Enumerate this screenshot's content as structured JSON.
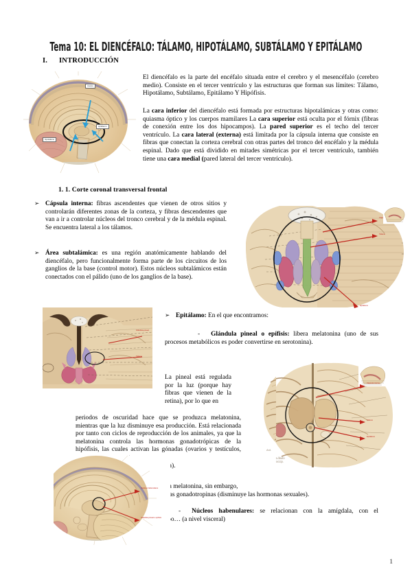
{
  "document": {
    "title_prefix": "Tema 10:",
    "title_main": "EL DIENCÉFALO: TÁLAMO, HIPOTÁLAMO, SUBTÁLAMO Y EPITÁLAMO",
    "title_full": "Tema 10: EL DIENCÉFALO: TÁLAMO, HIPOTÁLAMO, SUBTÁLAMO Y EPITÁLAMO",
    "page_number": "1"
  },
  "sections": {
    "intro": {
      "number": "I.",
      "heading": "INTRODUCCIÓN",
      "paragraph_1": "El diencéfalo es la parte del encéfalo situada entre el cerebro y el mesencéfalo (cerebro medio). Consiste en el tercer ventrículo y las estructuras que forman sus límites: Tálamo, Hipotálamo, Subtálamo, Epitálamo Y Hipófisis.",
      "paragraph_2_a": "La ",
      "paragraph_2_b1": "cara inferior",
      "paragraph_2_c": " del diencéfalo está formada por estructuras hipotalámicas y otras como: quiasma óptico y los cuerpos mamilares  La ",
      "paragraph_2_b2": "cara superior",
      "paragraph_2_d": " está oculta por el fórnix (fibras de conexión entre los dos hipocampos). La ",
      "paragraph_2_b3": "pared superior",
      "paragraph_2_e": " es el techo del tercer ventrículo. La ",
      "paragraph_2_b4": "cara lateral (externa)",
      "paragraph_2_f": " está limitada por la cápsula interna que consiste en fibras que conectan la corteza cerebral con otras partes del tronco del encéfalo y la médula espinal. Dado que está dividido en mitades simétricas por el tercer ventrículo, también tiene una ",
      "paragraph_2_b5": "cara medial (",
      "paragraph_2_g": "pared lateral del tercer ventrículo)."
    },
    "corte_coronal": {
      "heading": "1. 1. Corte coronal transversal frontal",
      "bullets": [
        {
          "marker": "➢",
          "term": "Cápsula interna:",
          "text": " fibras ascendentes que vienen de otros sitios y controlarán diferentes zonas de la corteza, y fibras descendentes que van a ir a controlar núcleos del tronco cerebral y de la médula espinal. Se encuentra lateral a los tálamos."
        },
        {
          "marker": "➢",
          "term": "Área subtalámica:",
          "text": " es una región anatómicamente hablando del diencéfalo, pero funcionalmente forma parte de los circuitos de los ganglios de la base (control motor). Estos núcleos subtalámicos están conectados con el pálido (uno de los ganglios de la base)."
        }
      ]
    },
    "epitalamo": {
      "marker": "➢",
      "term": "Epitálamo:",
      "lead": " En el que encontramos:",
      "items": [
        {
          "dash": "-",
          "term": "Glándula pineal o epífisis:",
          "text": " libera melatonina (uno de sus procesos metabólicos es poder convertirse en serotonina)."
        },
        {
          "dash": "-",
          "term": "Núcleos habenulares:",
          "text": " se relacionan con la amígdala, con el hipocampo… (a nivel visceral)"
        }
      ],
      "pineal_paragraph": "La pineal está regulada por la luz (porque hay fibras que vienen de la retina), por lo que en periodos de oscuridad hace que se produzca melatonina, mientras que la luz disminuye esa producción. Está relacionada por tanto con ciclos de reproducción de los animales, ya que la melatonina controla las hormonas gonadotrópicas de la hipófisis, las cuales activan las gónadas (ovarios y testículos, para segregar progesterona y testosterona).",
      "melatonina_paragraph": "La melatonina, sin embargo, inhibe a las gonadotropinas (disminuye las hormonas sexuales)."
    }
  },
  "figures": {
    "sagittal_top": {
      "name": "Corte sagital medial del encéfalo",
      "callouts": [
        "cuerpo",
        "epitálamo",
        "hipotálamo"
      ]
    },
    "coronal_right": {
      "name": "Corte coronal con núcleos coloreados",
      "labels": [
        "Cápsula interna",
        "Tálamo",
        "Epitálamo"
      ]
    },
    "coronal_left": {
      "name": "Corte coronal del diencéfalo",
      "labels": [
        "Glándula pineal",
        "Tálamo"
      ]
    },
    "axial_mid": {
      "name": "Corte axial del encéfalo"
    },
    "axial_right": {
      "name": "Corte axial con epitálamo señalado",
      "labels": [
        "Cápsula interna",
        "Tálamo",
        "Epitálamo"
      ]
    },
    "sagittal_bottom": {
      "name": "Corte sagital con glándula pineal",
      "labels": [
        "Núcleos habenulares",
        "Glándula pineal o epífisis"
      ]
    }
  },
  "colors": {
    "text": "#000000",
    "label_red": "#c0251c",
    "callout_blue": "#2a9fd6",
    "nucleus_pink": "#c9627f",
    "nucleus_blue": "#7b96d4",
    "nucleus_green": "#8fb76a",
    "nucleus_purple": "#a99bc8",
    "brain_tan": "#e2c79a"
  }
}
